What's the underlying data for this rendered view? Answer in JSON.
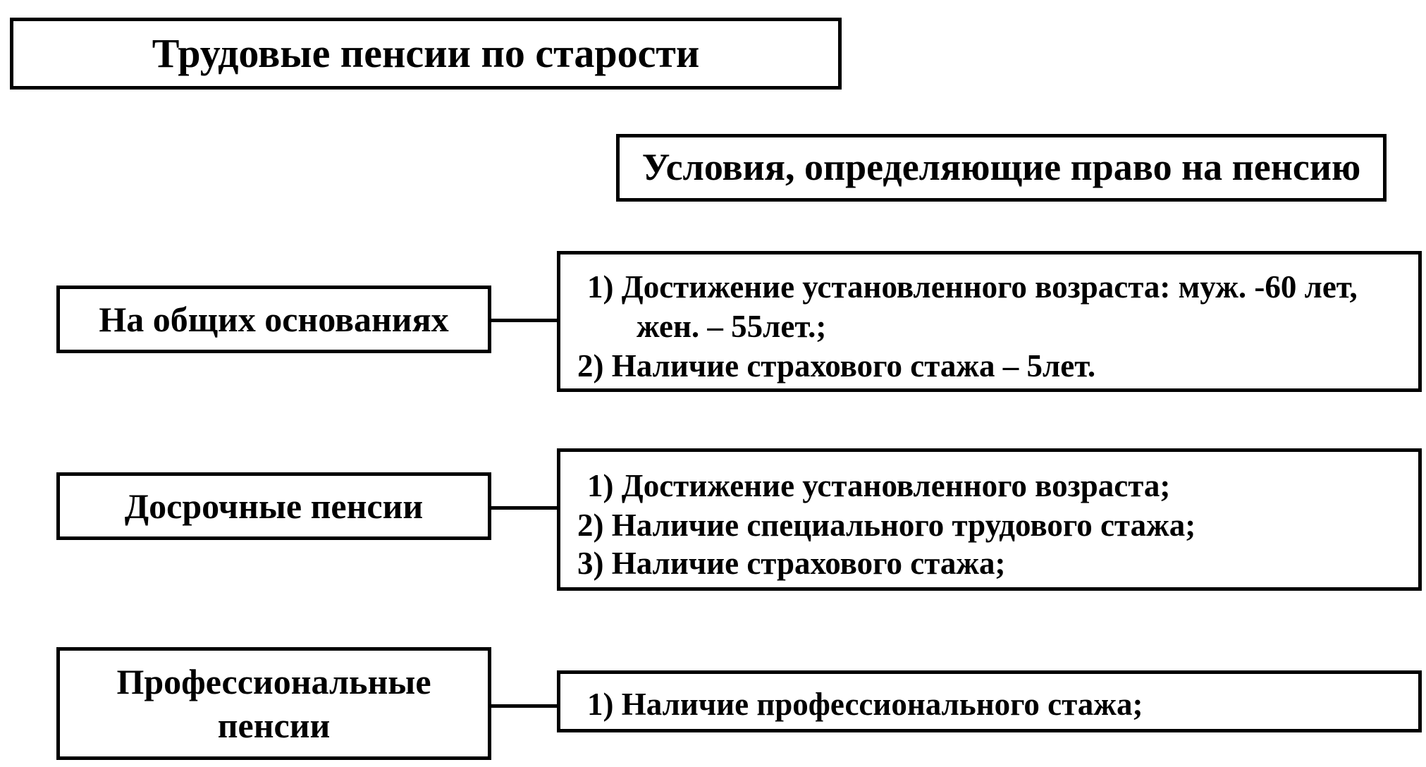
{
  "title": "Трудовые пенсии по старости",
  "conditions_header": "Условия, определяющие право на пенсию",
  "rows": [
    {
      "label": "На общих основаниях",
      "conditions": [
        "1) Достижение установленного возраста: муж. -60 лет,",
        "жен. – 55лет.;",
        "2) Наличие страхового стажа – 5лет."
      ]
    },
    {
      "label": "Досрочные пенсии",
      "conditions": [
        "1) Достижение установленного возраста;",
        "2) Наличие специального трудового стажа;",
        "3) Наличие страхового стажа;"
      ]
    },
    {
      "label_lines": [
        "Профессиональные",
        "пенсии"
      ],
      "conditions": [
        "1) Наличие профессионального стажа;"
      ]
    }
  ]
}
